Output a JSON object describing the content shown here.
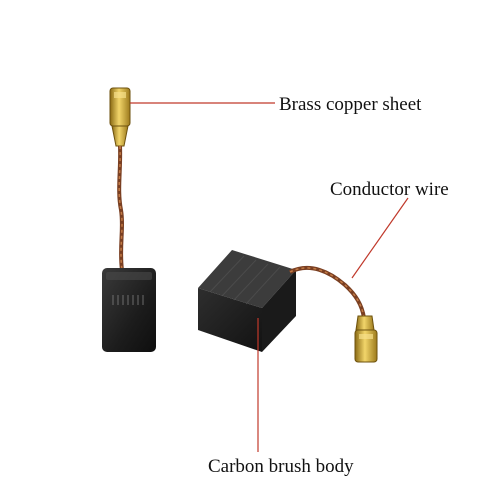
{
  "labels": {
    "brass": "Brass copper sheet",
    "wire": "Conductor wire",
    "carbon": "Carbon brush body"
  },
  "colors": {
    "leader_line": "#c0392b",
    "carbon_body": "#1e1e1e",
    "brass": "#c9a227",
    "wire": "#8a4a2a"
  }
}
